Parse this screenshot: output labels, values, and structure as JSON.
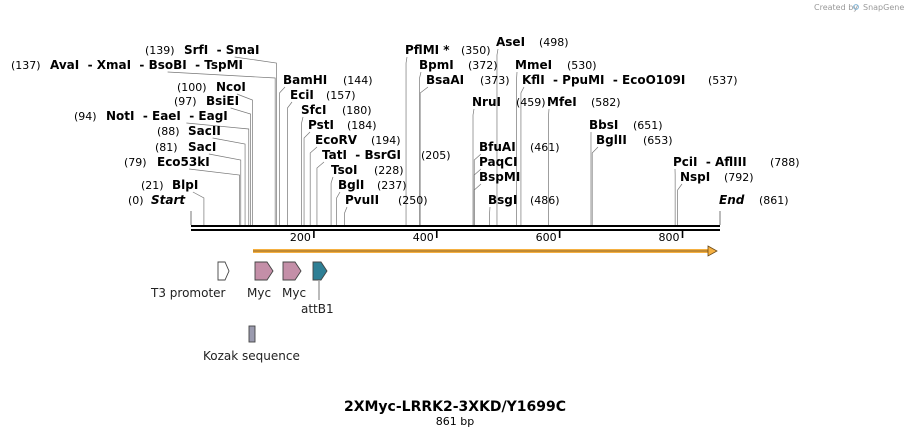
{
  "credit": {
    "text": "Created by",
    "brand": "SnapGene"
  },
  "title": "2XMyc-LRRK2-3XKD/Y1699C",
  "length_label": "861 bp",
  "sequence": {
    "start_label": "Start",
    "start_pos": "(0)",
    "end_label": "End",
    "end_pos": "(861)",
    "length": 861
  },
  "axis_ticks": [
    200,
    400,
    600,
    800
  ],
  "sites": [
    {
      "name": "BlpI",
      "pos": "(21)",
      "bp": 21
    },
    {
      "name": "Eco53kI",
      "pos": "(79)",
      "bp": 79
    },
    {
      "name": "SacI",
      "pos": "(81)",
      "bp": 81
    },
    {
      "name": "SacII",
      "pos": "(88)",
      "bp": 88
    },
    {
      "name": "NotI  - EaeI  - EagI",
      "pos": "(94)",
      "bp": 94
    },
    {
      "name": "BsiEI",
      "pos": "(97)",
      "bp": 97
    },
    {
      "name": "NcoI",
      "pos": "(100)",
      "bp": 100
    },
    {
      "name": "AvaI  - XmaI  - BsoBI  - TspMI",
      "pos": "(137)",
      "bp": 137
    },
    {
      "name": "SrfI  - SmaI",
      "pos": "(139)",
      "bp": 139
    },
    {
      "name": "BamHI",
      "pos": "(144)",
      "bp": 144
    },
    {
      "name": "EciI",
      "pos": "(157)",
      "bp": 157
    },
    {
      "name": "SfcI",
      "pos": "(180)",
      "bp": 180
    },
    {
      "name": "PstI",
      "pos": "(184)",
      "bp": 184
    },
    {
      "name": "EcoRV",
      "pos": "(194)",
      "bp": 194
    },
    {
      "name": "TatI  - BsrGI",
      "pos": "(205)",
      "bp": 205
    },
    {
      "name": "TsoI",
      "pos": "(228)",
      "bp": 228
    },
    {
      "name": "BglI",
      "pos": "(237)",
      "bp": 237
    },
    {
      "name": "PvuII",
      "pos": "(250)",
      "bp": 250
    },
    {
      "name": "PflMI *",
      "pos": "(350)",
      "bp": 350
    },
    {
      "name": "BpmI",
      "pos": "(372)",
      "bp": 372
    },
    {
      "name": "BsaAI",
      "pos": "(373)",
      "bp": 373
    },
    {
      "name": "NruI",
      "pos": "(459)",
      "bp": 459
    },
    {
      "name": "BfuAI",
      "pos": "(461)",
      "bp": 461
    },
    {
      "name": "PaqCI",
      "pos": "",
      "bp": 461
    },
    {
      "name": "BspMI",
      "pos": "",
      "bp": 461
    },
    {
      "name": "BsgI",
      "pos": "(486)",
      "bp": 486
    },
    {
      "name": "AseI",
      "pos": "(498)",
      "bp": 498
    },
    {
      "name": "MmeI",
      "pos": "(530)",
      "bp": 530
    },
    {
      "name": "KflI  - PpuMI  - EcoO109I",
      "pos": "(537)",
      "bp": 537
    },
    {
      "name": "MfeI",
      "pos": "(582)",
      "bp": 582
    },
    {
      "name": "BbsI",
      "pos": "(651)",
      "bp": 651
    },
    {
      "name": "BglII",
      "pos": "(653)",
      "bp": 653
    },
    {
      "name": "PciI  - AflIII",
      "pos": "(788)",
      "bp": 788
    },
    {
      "name": "NspI",
      "pos": "(792)",
      "bp": 792
    }
  ],
  "features": [
    {
      "name": "T3 promoter",
      "color": "#ffffff",
      "kind": "arrow"
    },
    {
      "name": "Myc",
      "color": "#c48fa8",
      "kind": "arrow"
    },
    {
      "name": "Myc",
      "color": "#c48fa8",
      "kind": "arrow"
    },
    {
      "name": "attB1",
      "color": "#2e7f95",
      "kind": "arrow"
    },
    {
      "name": "Kozak sequence",
      "color": "#9a9aae",
      "kind": "box"
    }
  ],
  "colors": {
    "orf": "#f5b041",
    "backbone": "#000000"
  }
}
